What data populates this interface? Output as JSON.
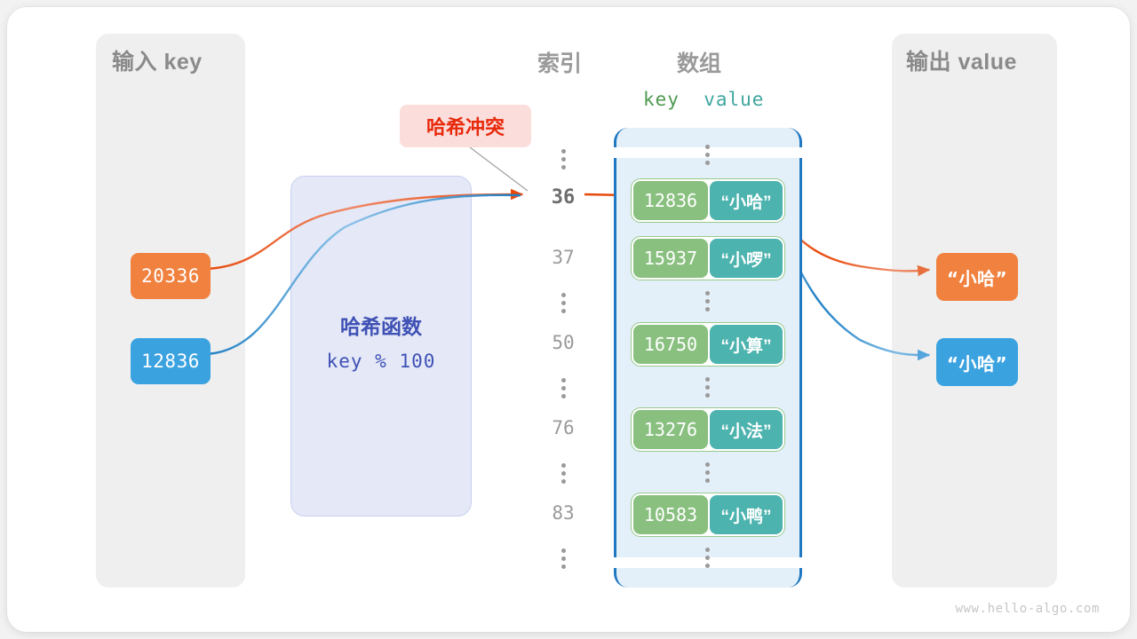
{
  "diagram": {
    "title_index": "索引",
    "title_array": "数组",
    "kv_header_key": "key",
    "kv_header_value": "value",
    "watermark": "www.hello-algo.com"
  },
  "input_panel": {
    "title": "输入 key",
    "keys": [
      {
        "value": "20336",
        "color": "#f0813f"
      },
      {
        "value": "12836",
        "color": "#3ba2e0"
      }
    ]
  },
  "output_panel": {
    "title": "输出 value",
    "values": [
      {
        "value": "“小哈”",
        "color": "#f0813f"
      },
      {
        "value": "“小哈”",
        "color": "#3ba2e0"
      }
    ]
  },
  "hash_function": {
    "name": "哈希函数",
    "expression": "key % 100",
    "accent": "#3f51b5"
  },
  "annotation": {
    "label": "哈希冲突",
    "text_color": "#e8290b",
    "background": "#fbdedc"
  },
  "index_column": {
    "rows": [
      {
        "type": "dots"
      },
      {
        "type": "index",
        "label": "36",
        "active": true
      },
      {
        "type": "index",
        "label": "37",
        "active": false
      },
      {
        "type": "dots"
      },
      {
        "type": "index",
        "label": "50",
        "active": false
      },
      {
        "type": "dots"
      },
      {
        "type": "index",
        "label": "76",
        "active": false
      },
      {
        "type": "dots"
      },
      {
        "type": "index",
        "label": "83",
        "active": false
      },
      {
        "type": "dots"
      }
    ]
  },
  "array": {
    "border_color": "#1f78c1",
    "fill_color": "#e3f0fa",
    "key_cell_color": "#89c07f",
    "value_cell_color": "#4cb3ae",
    "rows": [
      {
        "type": "dots"
      },
      {
        "type": "entry",
        "key": "12836",
        "value": "“小哈”"
      },
      {
        "type": "entry",
        "key": "15937",
        "value": "“小啰”"
      },
      {
        "type": "dots"
      },
      {
        "type": "entry",
        "key": "16750",
        "value": "“小算”"
      },
      {
        "type": "dots"
      },
      {
        "type": "entry",
        "key": "13276",
        "value": "“小法”"
      },
      {
        "type": "dots"
      },
      {
        "type": "entry",
        "key": "10583",
        "value": "“小鸭”"
      },
      {
        "type": "dots"
      }
    ]
  }
}
